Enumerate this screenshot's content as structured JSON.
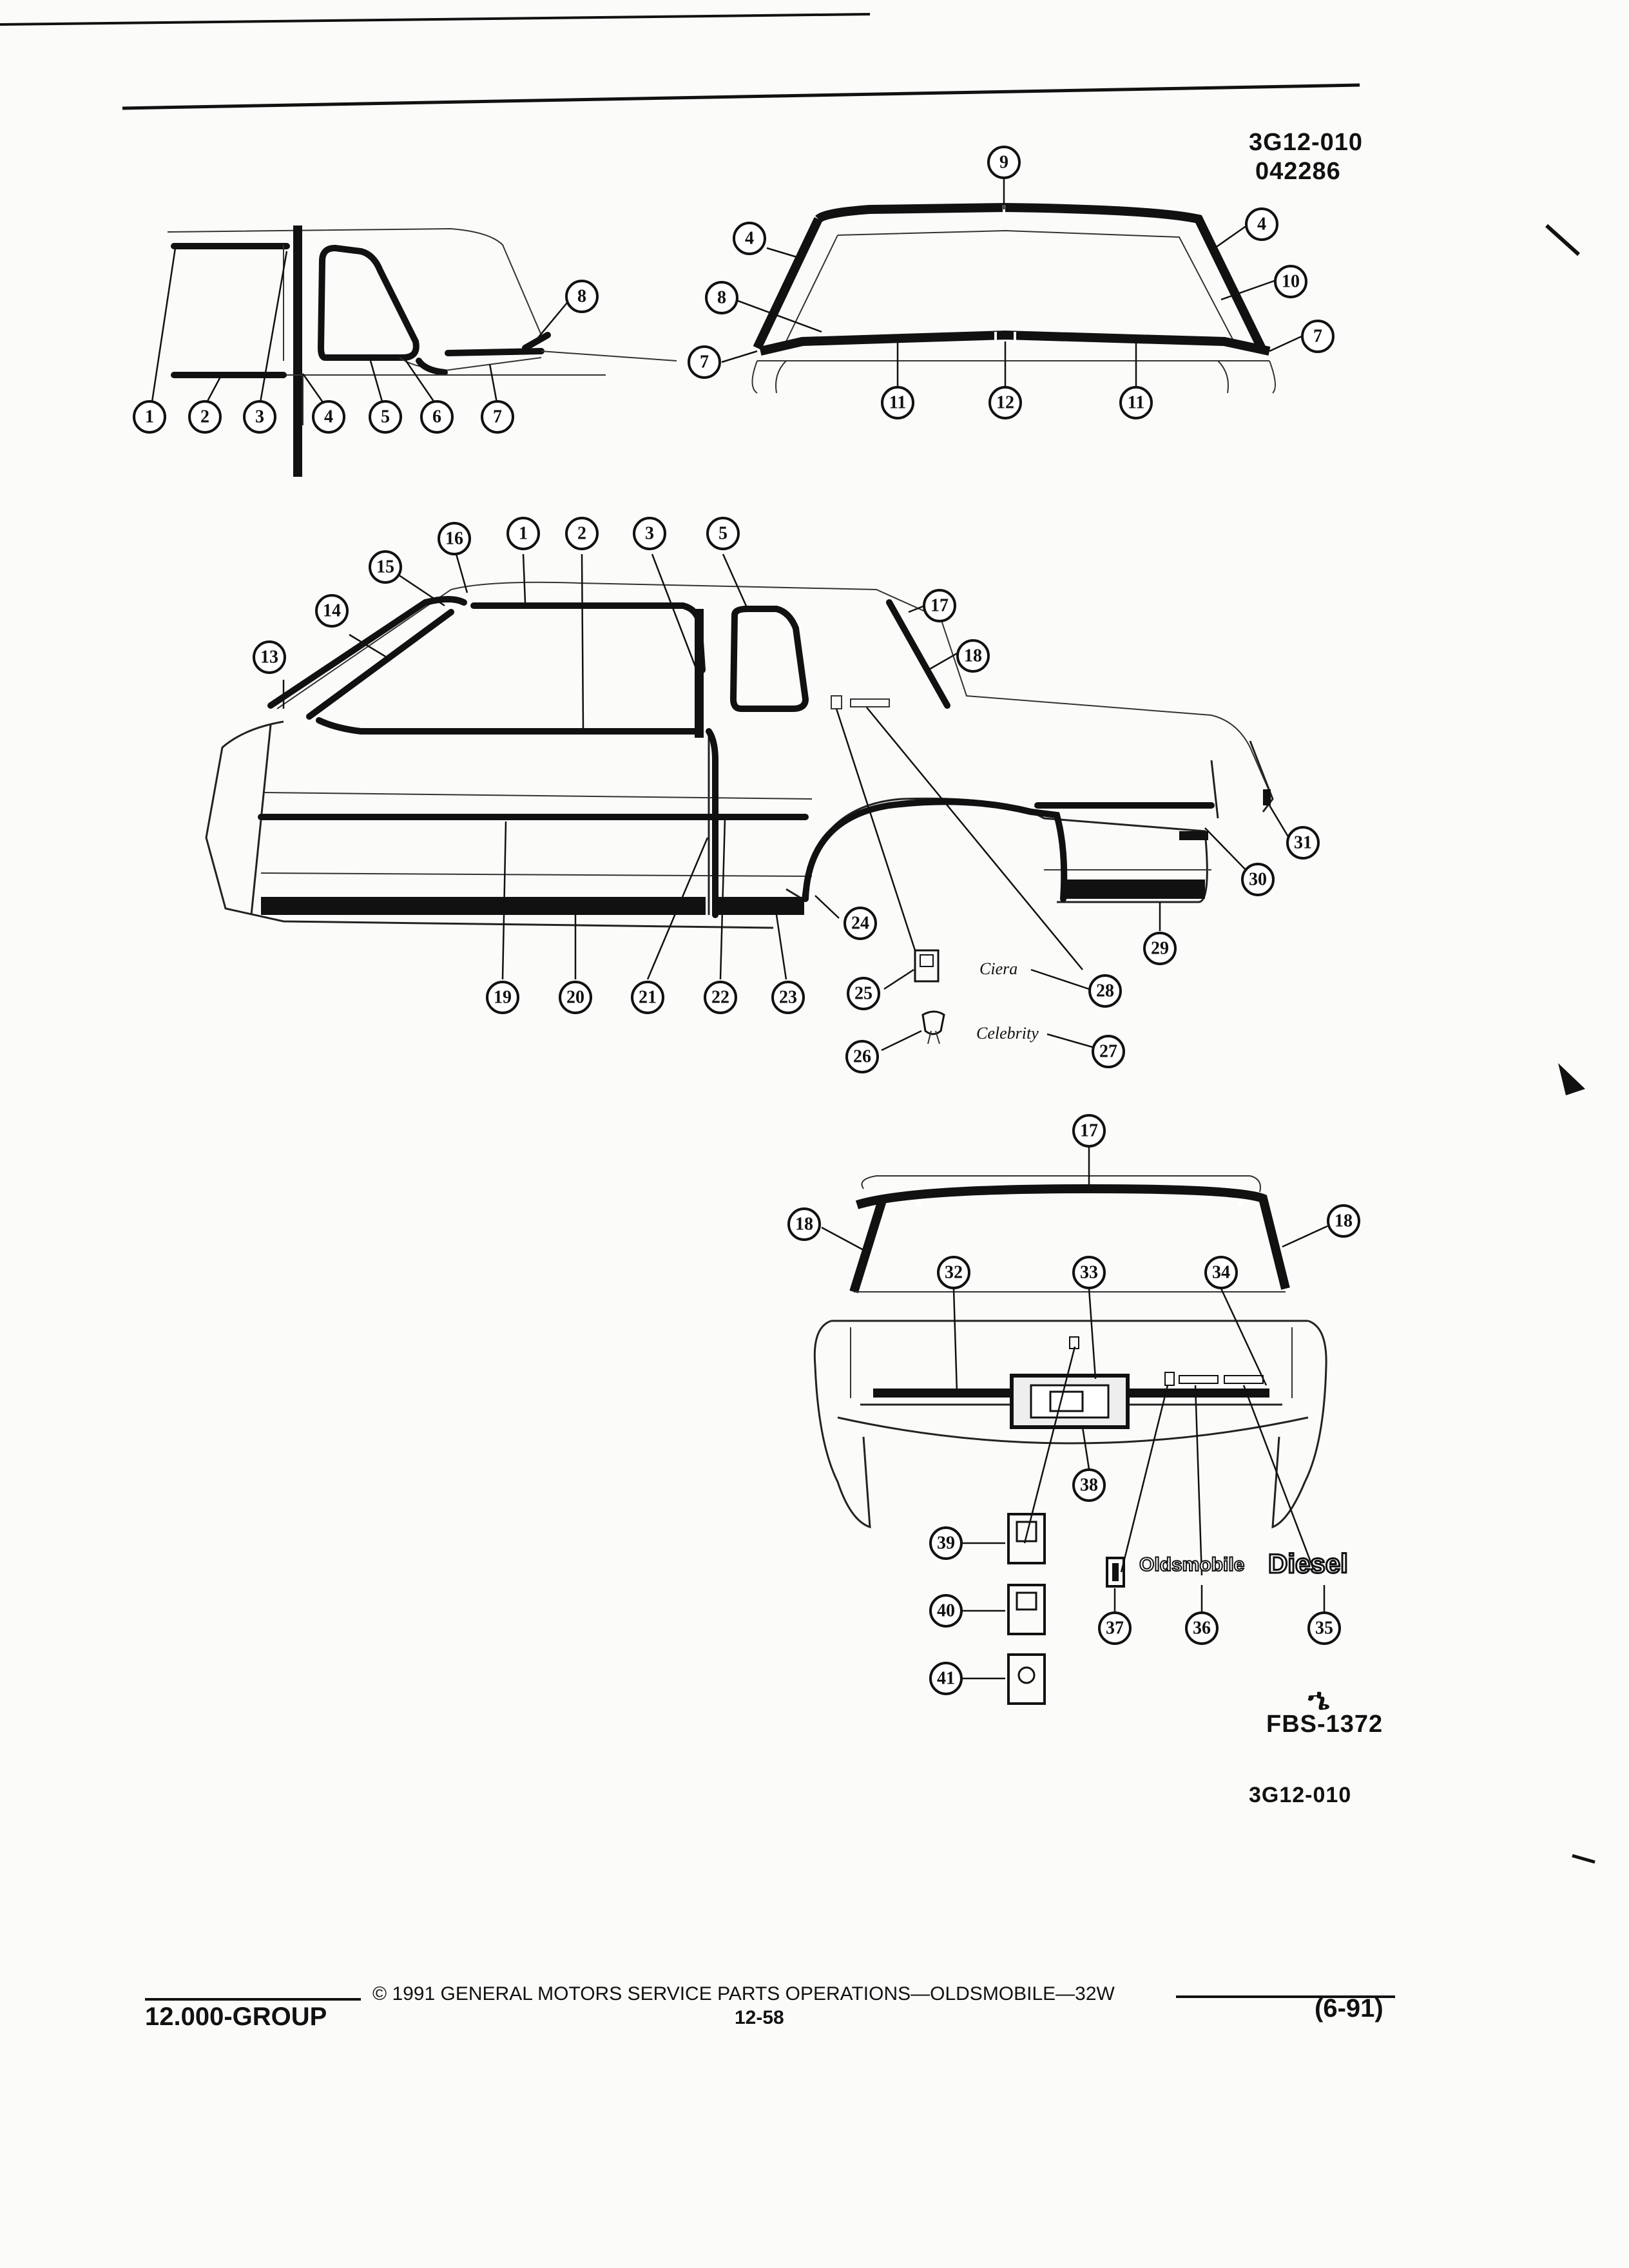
{
  "header": {
    "ref_line1": "3G12-010",
    "ref_line2": "042286"
  },
  "figure": {
    "fbs_code": "FBS-1372",
    "ref_bottom": "3G12-010"
  },
  "footer": {
    "group": "12.000-GROUP",
    "copyright": "© 1991 GENERAL MOTORS SERVICE PARTS OPERATIONS—OLDSMOBILE—32W",
    "page": "12-58",
    "date": "(6-91)"
  },
  "badges": {
    "oldsmobile": "Oldsmobile",
    "diesel": "Diesel"
  },
  "callouts": {
    "side_detail": [
      "1",
      "2",
      "3",
      "4",
      "5",
      "6",
      "7",
      "8"
    ],
    "windshield": [
      "9",
      "4",
      "4",
      "10",
      "8",
      "7",
      "7",
      "11",
      "12",
      "11"
    ],
    "side_view": [
      "16",
      "1",
      "2",
      "3",
      "5",
      "15",
      "14",
      "13",
      "17",
      "18",
      "31",
      "30",
      "29",
      "24",
      "25",
      "28",
      "26",
      "27",
      "19",
      "20",
      "21",
      "22",
      "23"
    ],
    "rear_view": [
      "17",
      "18",
      "18",
      "32",
      "33",
      "34",
      "38",
      "39",
      "40",
      "41",
      "37",
      "36",
      "35"
    ]
  }
}
